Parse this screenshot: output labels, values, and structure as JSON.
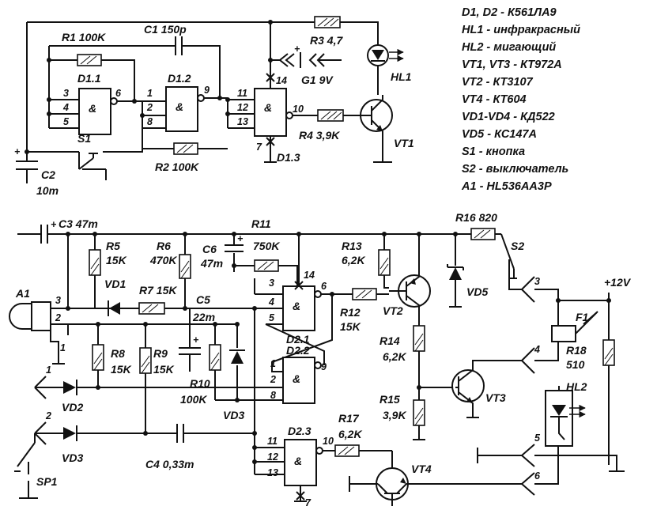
{
  "top_circuit": {
    "components": {
      "r1": "R1 100K",
      "c1": "C1 150p",
      "r3": "R3 4,7",
      "d11": "D1.1",
      "d12": "D1.2",
      "d13": "D1.3",
      "s1": "S1",
      "c2": "C2",
      "c2_val": "10m",
      "r2": "R2 100K",
      "r4": "R4 3,9K",
      "g1": "G1 9V",
      "hl1": "HL1",
      "vt1": "VT1"
    },
    "pins": {
      "p3": "3",
      "p4": "4",
      "p5": "5",
      "p6": "6",
      "p1": "1",
      "p2": "2",
      "p8": "8",
      "p9": "9",
      "p11": "11",
      "p12": "12",
      "p13": "13",
      "p14": "14",
      "p10": "10",
      "p7": "7"
    },
    "and_symbol": "&"
  },
  "bottom_circuit": {
    "components": {
      "c3": "C3 47m",
      "r11": "R11",
      "r16": "R16 820",
      "s2": "S2",
      "r5": "R5",
      "r5_val": "15K",
      "r6": "R6",
      "r6_val": "470K",
      "c6": "C6",
      "c6_val": "47m",
      "r11_val": "750K",
      "r13": "R13",
      "r13_val": "6,2K",
      "a1": "A1",
      "vd1": "VD1",
      "r7": "R7 15K",
      "c5": "C5",
      "c5_val": "22m",
      "d21": "D2.1",
      "d22": "D2.2",
      "d23": "D2.3",
      "r12": "R12",
      "r12_val": "15K",
      "vt2": "VT2",
      "vd5": "VD5",
      "r14": "R14",
      "r14_val": "6,2K",
      "r15": "R15",
      "r15_val": "3,9K",
      "vt3": "VT3",
      "vt4": "VT4",
      "r8": "R8",
      "r8_val": "15K",
      "r9": "R9",
      "r9_val": "15K",
      "r10": "R10",
      "r10_val": "100K",
      "vd2": "VD2",
      "vd3a": "VD3",
      "vd3b": "VD3",
      "c4": "C4 0,33m",
      "r17": "R17",
      "r17_val": "6,2K",
      "sp1": "SP1",
      "f1": "F1",
      "r18": "R18",
      "r18_val": "510",
      "hl2": "HL2",
      "supply": "+12V"
    },
    "pins": {
      "a3": "3",
      "a2": "2",
      "a1": "1",
      "d3": "3",
      "d14": "14",
      "d6": "6",
      "d4": "4",
      "d5": "5",
      "d1": "1",
      "d9": "9",
      "d2": "2",
      "d8": "8",
      "d11": "11",
      "d10": "10",
      "d12": "12",
      "d13": "13",
      "d7": "7",
      "conn1": "1",
      "conn2": "2",
      "conn3": "3",
      "conn4": "4",
      "conn5": "5",
      "conn6": "6"
    }
  },
  "legend": [
    "D1, D2 - К561ЛА9",
    "HL1 - инфракрасный",
    "HL2 - мигающий",
    "VT1, VT3 - КТ972А",
    "VT2 - КТ3107",
    "VT4 - КТ604",
    "VD1-VD4 - КД522",
    "VD5 - КС147А",
    "S1 - кнопка",
    "S2 - выключатель",
    "A1 - HL536AA3P"
  ]
}
